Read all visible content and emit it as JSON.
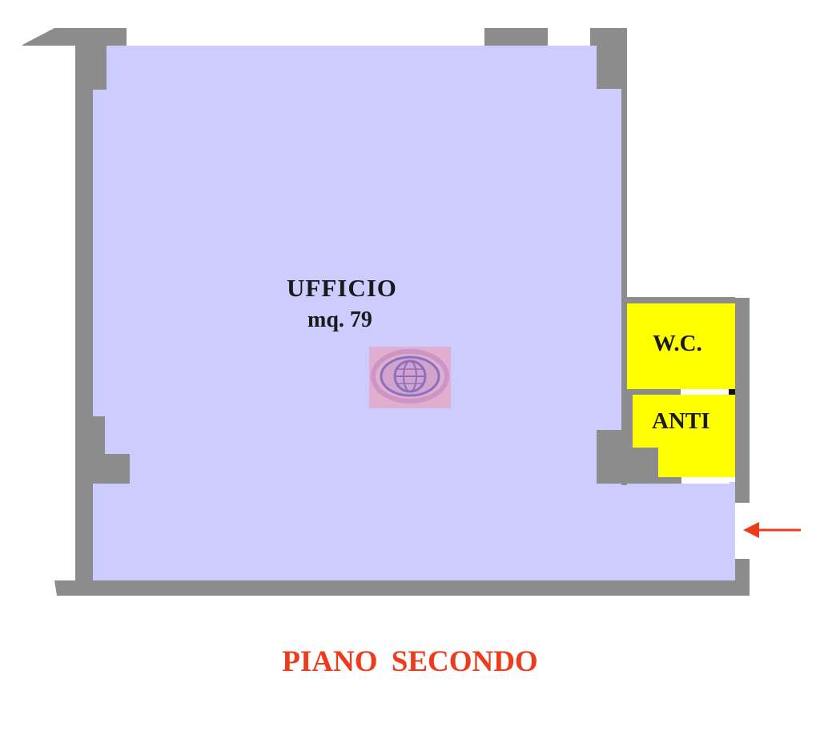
{
  "rooms": {
    "ufficio": {
      "name": "UFFICIO",
      "area": "mq. 79"
    },
    "wc": {
      "name": "W.C."
    },
    "anti": {
      "name": "ANTI"
    }
  },
  "floor_title": "PIANO  SECONDO",
  "icons": {
    "logo": "globe-logo-icon",
    "entrance": "entrance-arrow-icon"
  },
  "colors": {
    "wall": "#8c8c8c",
    "office_floor": "#ccccff",
    "bathroom_floor": "#ffff00",
    "title_text": "#ee3b1c",
    "entrance_arrow": "#ee3b1c",
    "logo_background": "#e6a8c4",
    "logo_globe": "#7a5bb0"
  }
}
